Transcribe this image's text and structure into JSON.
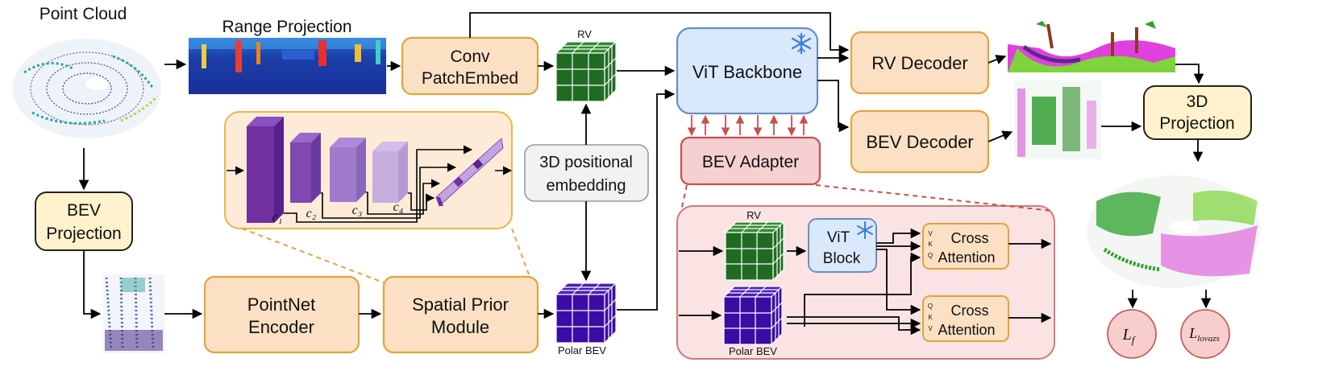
{
  "labels": {
    "point_cloud": "Point Cloud",
    "range_projection": "Range Projection",
    "rv_top": "RV",
    "polar_bev_bottom": "Polar BEV",
    "rv_inset": "RV",
    "polar_bev_inset": "Polar BEV"
  },
  "blocks": {
    "conv_patchembed": [
      "Conv",
      "PatchEmbed"
    ],
    "vit_backbone": "ViT Backbone",
    "rv_decoder": "RV Decoder",
    "bev_decoder": "BEV Decoder",
    "projection_3d": [
      "3D",
      "Projection"
    ],
    "bev_projection": [
      "BEV",
      "Projection"
    ],
    "pos_embedding": [
      "3D positional",
      "embedding"
    ],
    "bev_adapter": "BEV Adapter",
    "pointnet_encoder": [
      "PointNet",
      "Encoder"
    ],
    "spatial_prior": [
      "Spatial Prior",
      "Module"
    ],
    "vit_block": [
      "ViT",
      "Block"
    ],
    "cross_attention_top": [
      "Cross",
      "Attention"
    ],
    "cross_attention_bottom": [
      "Cross",
      "Attention"
    ]
  },
  "feature_labels": {
    "c1": "c₁",
    "c2": "c₂",
    "c3": "c₃",
    "c4": "c₄"
  },
  "qkv_top": [
    "V",
    "K",
    "Q"
  ],
  "qkv_bottom": [
    "Q",
    "K",
    "V"
  ],
  "losses": {
    "lf_main": "L",
    "lf_sub": "f",
    "llov_main": "L",
    "llov_sub": "lovazs"
  },
  "colors": {
    "orange_fill": "#fbe0c4",
    "orange_stroke": "#e0a53c",
    "blue_fill": "#dae8fc",
    "blue_stroke": "#6c8ebf",
    "red_fill": "#f6d0d0",
    "red_stroke": "#c65050",
    "yellow_fill": "#fff2cc",
    "loss_fill": "#f8cecc",
    "grid_green": "#1f6b22",
    "grid_purple": "#3a0ca3",
    "feature_purple": "#7030a0",
    "snowflake": "#3b7dd8"
  }
}
